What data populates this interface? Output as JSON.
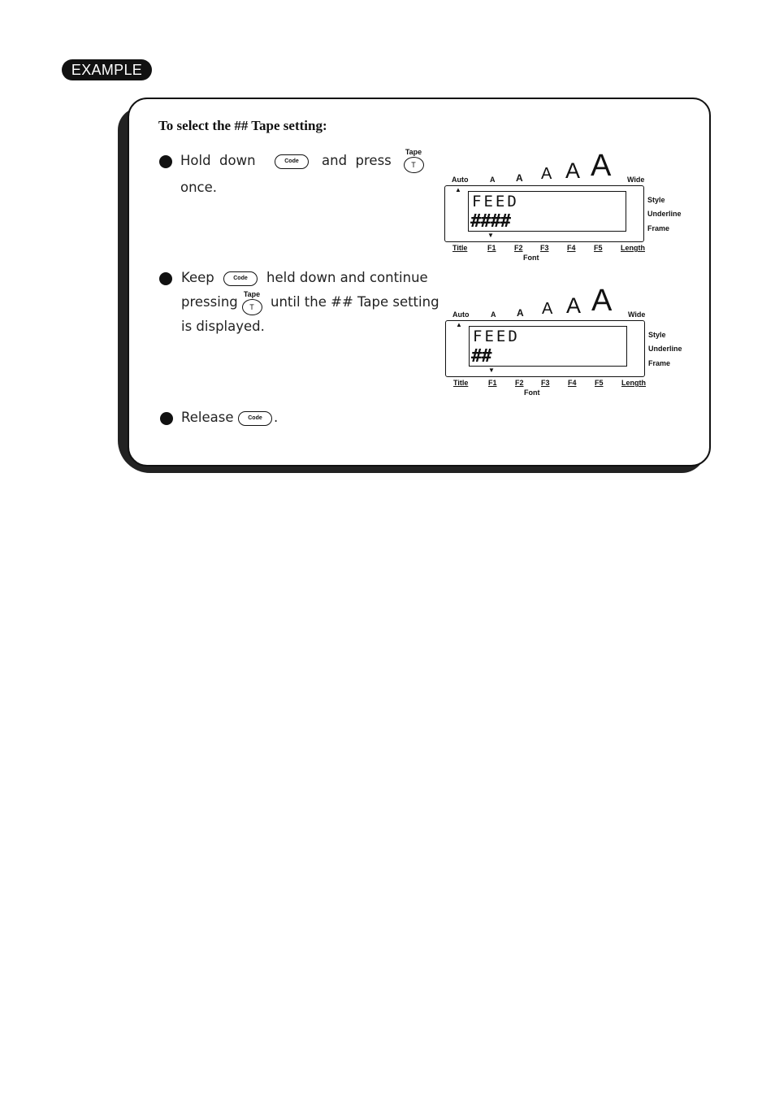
{
  "badge": "EXAMPLE",
  "heading": "To select the ## Tape setting:",
  "steps": [
    {
      "before": "Hold  down",
      "mid": "and  press",
      "after": "once."
    },
    {
      "before": "Keep",
      "mid": "held down and continue",
      "line2a": "pressing",
      "line2b": "until the ## Tape setting",
      "line3": "is displayed."
    },
    {
      "before": "Release",
      "after": "."
    }
  ],
  "keys": {
    "code": "Code",
    "tape_cap": "Tape",
    "tape_letter": "T"
  },
  "lcd": {
    "sizes": [
      "Auto",
      "A",
      "A",
      "A",
      "A",
      "A",
      "Wide"
    ],
    "side": [
      "Style",
      "Underline",
      "Frame"
    ],
    "bottom": [
      "Title",
      "F1",
      "F2",
      "F3",
      "F4",
      "F5",
      "Length"
    ],
    "font_label": "Font",
    "up_arrow": "▲",
    "down_arrow": "▼",
    "screens": [
      {
        "line1": "FEED",
        "line2": "####"
      },
      {
        "line1": "FEED",
        "line2": "##"
      }
    ]
  }
}
